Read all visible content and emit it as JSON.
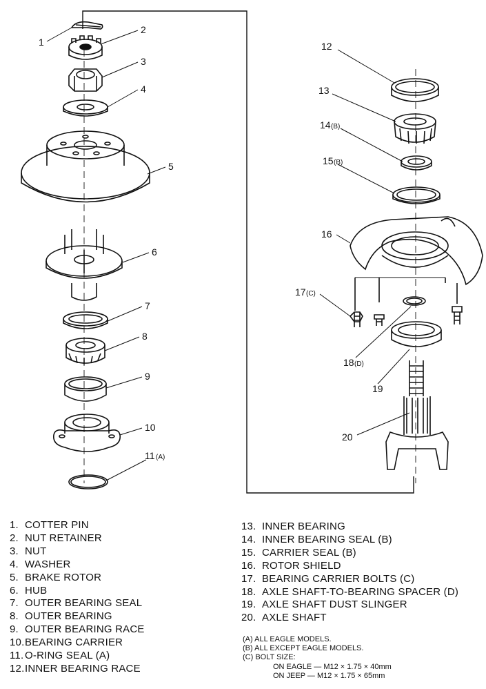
{
  "callouts": {
    "c1": "1",
    "c2": "2",
    "c3": "3",
    "c4": "4",
    "c5": "5",
    "c6": "6",
    "c7": "7",
    "c8": "8",
    "c9": "9",
    "c10": "10",
    "c11": "11",
    "c11_sub": "(A)",
    "c12": "12",
    "c13": "13",
    "c14": "14",
    "c14_sub": "(B)",
    "c15": "15",
    "c15_sub": "(B)",
    "c16": "16",
    "c17": "17",
    "c17_sub": "(C)",
    "c18": "18",
    "c18_sub": "(D)",
    "c19": "19",
    "c20": "20"
  },
  "legend": {
    "left": [
      {
        "num": "1.",
        "text": "COTTER PIN"
      },
      {
        "num": "2.",
        "text": "NUT RETAINER"
      },
      {
        "num": "3.",
        "text": "NUT"
      },
      {
        "num": "4.",
        "text": "WASHER"
      },
      {
        "num": "5.",
        "text": "BRAKE ROTOR"
      },
      {
        "num": "6.",
        "text": "HUB"
      },
      {
        "num": "7.",
        "text": "OUTER BEARING SEAL"
      },
      {
        "num": "8.",
        "text": "OUTER BEARING"
      },
      {
        "num": "9.",
        "text": "OUTER BEARING RACE"
      },
      {
        "num": "10.",
        "text": "BEARING CARRIER"
      },
      {
        "num": "11.",
        "text": "O-RING SEAL (A)"
      },
      {
        "num": "12.",
        "text": "INNER BEARING RACE"
      }
    ],
    "right": [
      {
        "num": "13.",
        "text": "INNER BEARING"
      },
      {
        "num": "14.",
        "text": "INNER BEARING SEAL (B)"
      },
      {
        "num": "15.",
        "text": "CARRIER SEAL (B)"
      },
      {
        "num": "16.",
        "text": "ROTOR SHIELD"
      },
      {
        "num": "17.",
        "text": "BEARING CARRIER BOLTS (C)"
      },
      {
        "num": "18.",
        "text": "AXLE SHAFT-TO-BEARING SPACER (D)"
      },
      {
        "num": "19.",
        "text": "AXLE SHAFT DUST SLINGER"
      },
      {
        "num": "20.",
        "text": "AXLE SHAFT"
      }
    ]
  },
  "notes": {
    "a": "(A) ALL EAGLE MODELS.",
    "b": "(B) ALL EXCEPT EAGLE MODELS.",
    "c": "(C) BOLT SIZE:",
    "c_eagle": "ON EAGLE — M12 × 1.75 × 40mm",
    "c_jeep": "ON JEEP — M12 × 1.75 × 65mm"
  }
}
